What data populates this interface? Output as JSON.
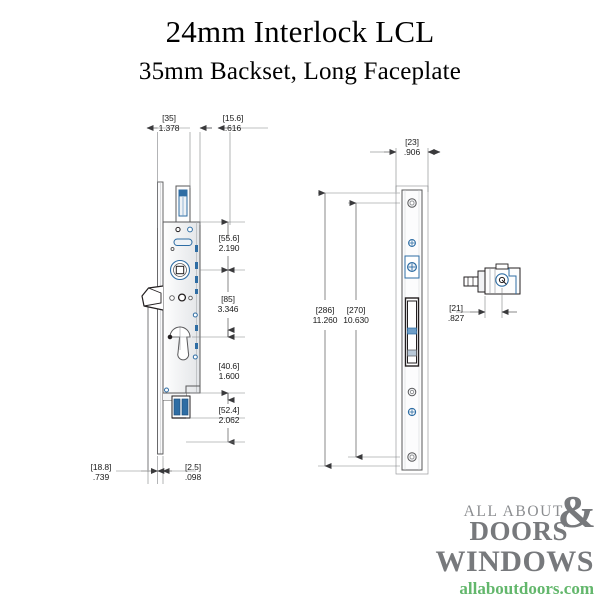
{
  "title": {
    "main": "24mm Interlock LCL",
    "sub": "35mm Backset, Long Faceplate"
  },
  "colors": {
    "line": "#58585a",
    "line_dark": "#231f20",
    "accent_blue": "#2e6da4",
    "accent_blue_light": "#6f9fc8",
    "fill_light": "#f2f3f5",
    "logo_gray": "#77797c",
    "logo_green": "#63b76c"
  },
  "units_note": "Bracketed values are millimeters; values below are inches",
  "dimensions": {
    "left_view": [
      {
        "id": "d-35",
        "mm": "[35]",
        "in": "1.378",
        "orientation": "horizontal"
      },
      {
        "id": "d-15_6",
        "mm": "[15.6]",
        "in": ".616",
        "orientation": "horizontal"
      },
      {
        "id": "d-55_6",
        "mm": "[55.6]",
        "in": "2.190",
        "orientation": "vertical"
      },
      {
        "id": "d-85",
        "mm": "[85]",
        "in": "3.346",
        "orientation": "vertical"
      },
      {
        "id": "d-40_6",
        "mm": "[40.6]",
        "in": "1.600",
        "orientation": "vertical"
      },
      {
        "id": "d-52_4",
        "mm": "[52.4]",
        "in": "2.062",
        "orientation": "vertical"
      },
      {
        "id": "d-18_8",
        "mm": "[18.8]",
        "in": ".739",
        "orientation": "horizontal"
      },
      {
        "id": "d-2_5",
        "mm": "[2.5]",
        "in": ".098",
        "orientation": "horizontal"
      }
    ],
    "right_view": [
      {
        "id": "d-23",
        "mm": "[23]",
        "in": ".906",
        "orientation": "horizontal"
      },
      {
        "id": "d-286",
        "mm": "[286]",
        "in": "11.260",
        "orientation": "vertical"
      },
      {
        "id": "d-270",
        "mm": "[270]",
        "in": "10.630",
        "orientation": "vertical"
      }
    ],
    "cylinder_view": [
      {
        "id": "d-21",
        "mm": "[21]",
        "in": ".827",
        "orientation": "horizontal"
      }
    ]
  },
  "logo": {
    "line1": "ALL ABOUT",
    "doors": "DOORS",
    "amp": "&",
    "windows": "WINDOWS",
    "url": "allaboutdoors.com"
  }
}
